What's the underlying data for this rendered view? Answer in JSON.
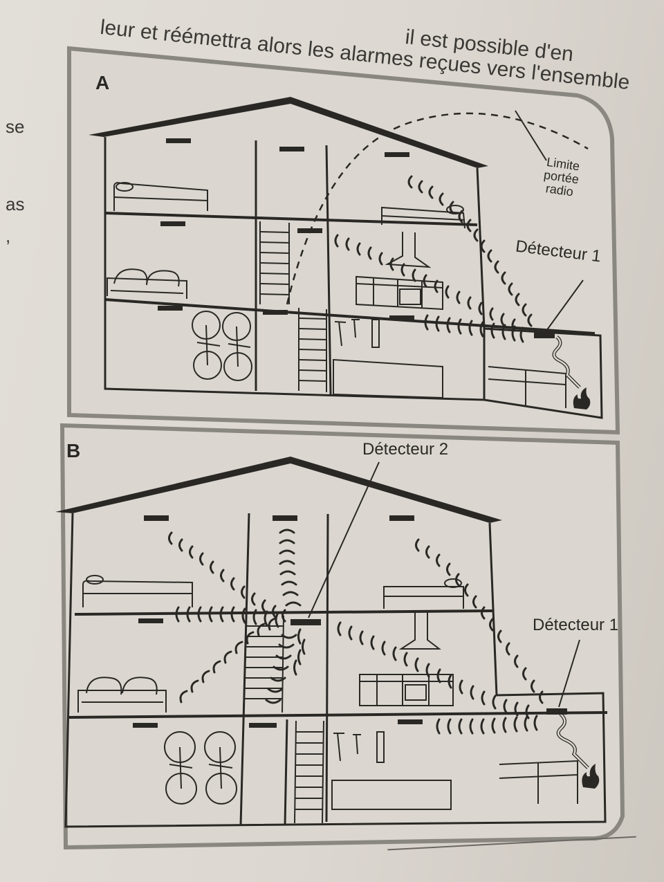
{
  "header": {
    "line1": "il est possible d'en",
    "line2": "leur et réémettra alors les alarmes reçues vers l'ensemble"
  },
  "margin_words": [
    "se",
    "as",
    ","
  ],
  "panel_a": {
    "letter": "A",
    "limit_label": [
      "Limite",
      "portée",
      "radio"
    ],
    "detector_1": "Détecteur 1"
  },
  "panel_b": {
    "letter": "B",
    "detector_1": "Détecteur 1",
    "detector_2": "Détecteur 2"
  },
  "icons": [
    "bed-icon",
    "sofa-icon",
    "kitchen-icon",
    "bicycle-icon",
    "tools-icon",
    "stairs-icon",
    "fire-icon",
    "smoke-icon",
    "detector-icon",
    "radio-wave-icon"
  ]
}
